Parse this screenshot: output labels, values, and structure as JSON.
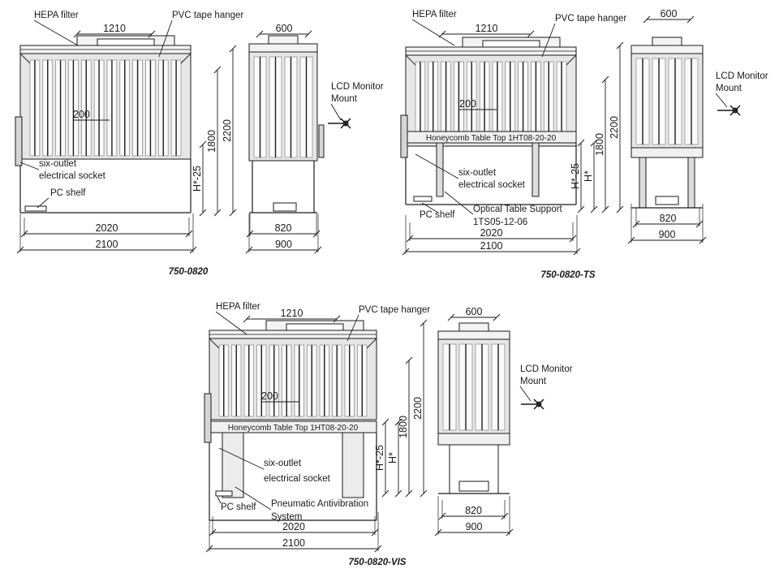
{
  "drawings": [
    {
      "id": "a",
      "caption": "750-0820",
      "labels": {
        "hepa": "HEPA filter",
        "pvc": "PVC tape hanger",
        "lcd": "LCD Monitor",
        "mount": "Mount",
        "socket1": "six-outlet",
        "socket2": "electrical socket",
        "pc": "PC shelf"
      },
      "dims": {
        "w1210": "1210",
        "w600": "600",
        "w200": "200",
        "h2200": "2200",
        "h1800": "1800",
        "hs": "H*-25",
        "w820": "820",
        "w900": "900",
        "w2020": "2020",
        "w2100": "2100"
      }
    },
    {
      "id": "b",
      "caption": "750-0820-TS",
      "labels": {
        "hepa": "HEPA filter",
        "pvc": "PVC tape hanger",
        "lcd": "LCD Monitor",
        "mount": "Mount",
        "table": "Honeycomb Table Top 1HT08-20-20",
        "socket1": "six-outlet",
        "socket2": "electrical socket",
        "support1": "Optical Table Support",
        "support2": "1TS05-12-06",
        "pc": "PC shelf"
      },
      "dims": {
        "w1210": "1210",
        "w600": "600",
        "w200": "200",
        "h2200": "2200",
        "h1800": "1800",
        "hs": "H*-25",
        "h": "H*",
        "w820": "820",
        "w900": "900",
        "w2020": "2020",
        "w2100": "2100"
      }
    },
    {
      "id": "c",
      "caption": "750-0820-VIS",
      "labels": {
        "hepa": "HEPA filter",
        "pvc": "PVC tape hanger",
        "lcd": "LCD Monitor",
        "mount": "Mount",
        "table": "Honeycomb Table Top 1HT08-20-20",
        "socket1": "six-outlet",
        "socket2": "electrical socket",
        "pneu1": "Pneumatic Antivibration",
        "pneu2": "System",
        "pc": "PC shelf"
      },
      "dims": {
        "w1210": "1210",
        "w600": "600",
        "w200": "200",
        "h2200": "2200",
        "h1800": "1800",
        "hs": "H*-25",
        "h": "H*",
        "w820": "820",
        "w900": "900",
        "w2020": "2020",
        "w2100": "2100"
      }
    }
  ],
  "colors": {
    "line": "#1a1a1a",
    "panel": "#e6e6e6",
    "stripe": "#8c8c8c"
  }
}
